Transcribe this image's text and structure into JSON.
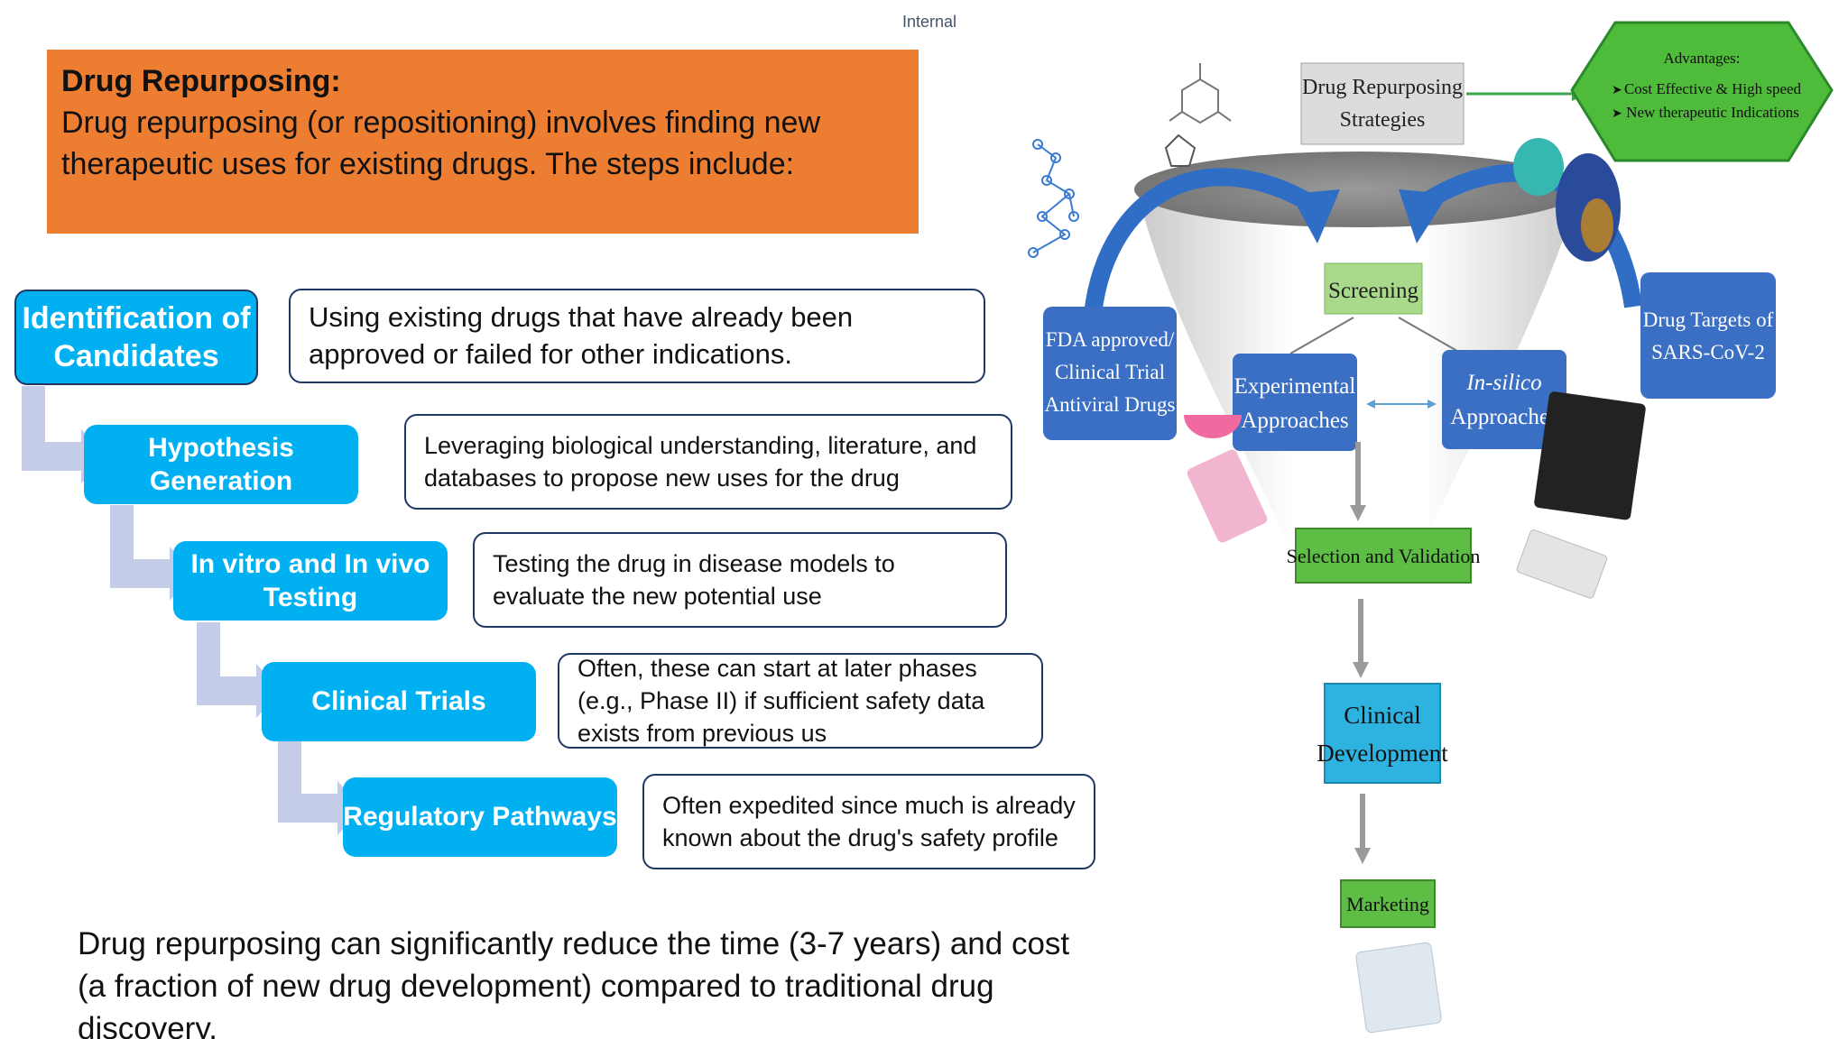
{
  "classification_label": "Internal",
  "header": {
    "title": "Drug Repurposing:",
    "body": "Drug repurposing (or repositioning) involves finding new therapeutic uses for existing drugs. The steps include:"
  },
  "steps": [
    {
      "label": "Identification of Candidates",
      "description": "Using existing drugs that have already been approved or failed for other indications."
    },
    {
      "label": "Hypothesis Generation",
      "description": "Leveraging biological understanding, literature, and databases to propose new uses for the drug"
    },
    {
      "label": "In vitro and In vivo Testing",
      "description": "Testing the drug in disease models to evaluate the new potential use"
    },
    {
      "label": "Clinical Trials",
      "description": "Often, these can start at later phases (e.g., Phase II) if sufficient safety data exists from previous us"
    },
    {
      "label": "Regulatory Pathways",
      "description": "Often expedited since much is already known about the drug's safety profile"
    }
  ],
  "conclusion": "Drug repurposing can significantly reduce the time (3-7 years) and cost (a fraction of new drug development) compared to traditional drug discovery.",
  "funnel": {
    "strategies": [
      "Drug Repurposing",
      "Strategies"
    ],
    "advantages_title": "Advantages:",
    "advantages": [
      "Cost Effective & High speed",
      "New therapeutic Indications"
    ],
    "screening": "Screening",
    "fda": [
      "FDA approved/",
      "Clinical Trial",
      "Antiviral Drugs"
    ],
    "targets": [
      "Drug Targets of",
      "SARS-CoV-2"
    ],
    "experimental": [
      "Experimental",
      "Approaches"
    ],
    "insilico": [
      "In-silico",
      "Approaches"
    ],
    "selection": "Selection and Validation",
    "clinical": [
      "Clinical",
      "Development"
    ],
    "marketing": "Marketing"
  },
  "colors": {
    "header_bg": "#ed7d31",
    "step_bg": "#00b0f0",
    "border": "#1f3864",
    "connector": "#c5cce8",
    "green_box": "#92d050",
    "blue_box": "#3a6fc4"
  }
}
